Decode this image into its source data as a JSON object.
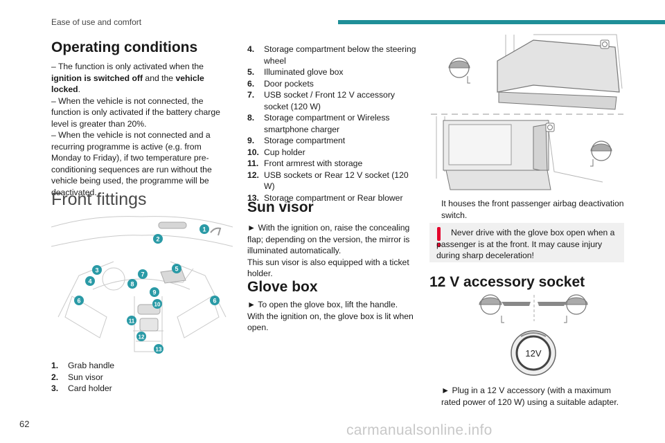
{
  "header": {
    "section": "Ease of use and comfort"
  },
  "page_number": "62",
  "operating_conditions": {
    "title": "Operating conditions",
    "p1_a": "– The function is only activated when the ",
    "p1_b": "ignition is switched off",
    "p1_c": " and the ",
    "p1_d": "vehicle locked",
    "p1_e": ".",
    "p2": "– When the vehicle is not connected, the function is only activated if the battery charge level is greater than 20%.",
    "p3": "– When the vehicle is not connected and a recurring programme is active (e.g. from Monday to Friday), if two temperature pre-conditioning sequences are run without the vehicle being used, the programme will be deactivated."
  },
  "front_fittings": {
    "title": "Front fittings",
    "markers": [
      "1",
      "2",
      "3",
      "4",
      "5",
      "6",
      "7",
      "8",
      "9",
      "10",
      "11",
      "12",
      "13",
      "6"
    ],
    "items": [
      {
        "n": "1.",
        "t": "Grab handle"
      },
      {
        "n": "2.",
        "t": "Sun visor"
      },
      {
        "n": "3.",
        "t": "Card holder"
      },
      {
        "n": "4.",
        "t": "Storage compartment below the steering wheel"
      },
      {
        "n": "5.",
        "t": "Illuminated glove box"
      },
      {
        "n": "6.",
        "t": "Door pockets"
      },
      {
        "n": "7.",
        "t": "USB socket / Front 12 V accessory socket (120 W)"
      },
      {
        "n": "8.",
        "t": "Storage compartment or Wireless smartphone charger"
      },
      {
        "n": "9.",
        "t": "Storage compartment"
      },
      {
        "n": "10.",
        "t": "Cup holder"
      },
      {
        "n": "11.",
        "t": "Front armrest with storage"
      },
      {
        "n": "12.",
        "t": "USB sockets or Rear 12 V socket (120 W)"
      },
      {
        "n": "13.",
        "t": "Storage compartment or Rear blower"
      }
    ]
  },
  "sun_visor": {
    "title": "Sun visor",
    "p1": "► With the ignition on, raise the concealing flap; depending on the version, the mirror is illuminated automatically.",
    "p2": "This sun visor is also equipped with a ticket holder."
  },
  "glove_box": {
    "title": "Glove box",
    "p1": "► To open the glove box, lift the handle.",
    "p2": "With the ignition on, the glove box is lit when open.",
    "p3": "It houses the front passenger airbag deactivation switch.",
    "warning": "Never drive with the glove box open when a passenger is at the front. It may cause injury during sharp deceleration!"
  },
  "accessory_socket": {
    "title": "12 V accessory socket",
    "socket_label": "12V",
    "p1": "► Plug in a 12 V accessory (with a maximum rated power of 120 W) using a suitable adapter."
  },
  "watermark": "carmanualsonline.info",
  "colors": {
    "accent": "#1f8f98",
    "marker": "#2a9aa6",
    "warning": "#e4002b"
  }
}
